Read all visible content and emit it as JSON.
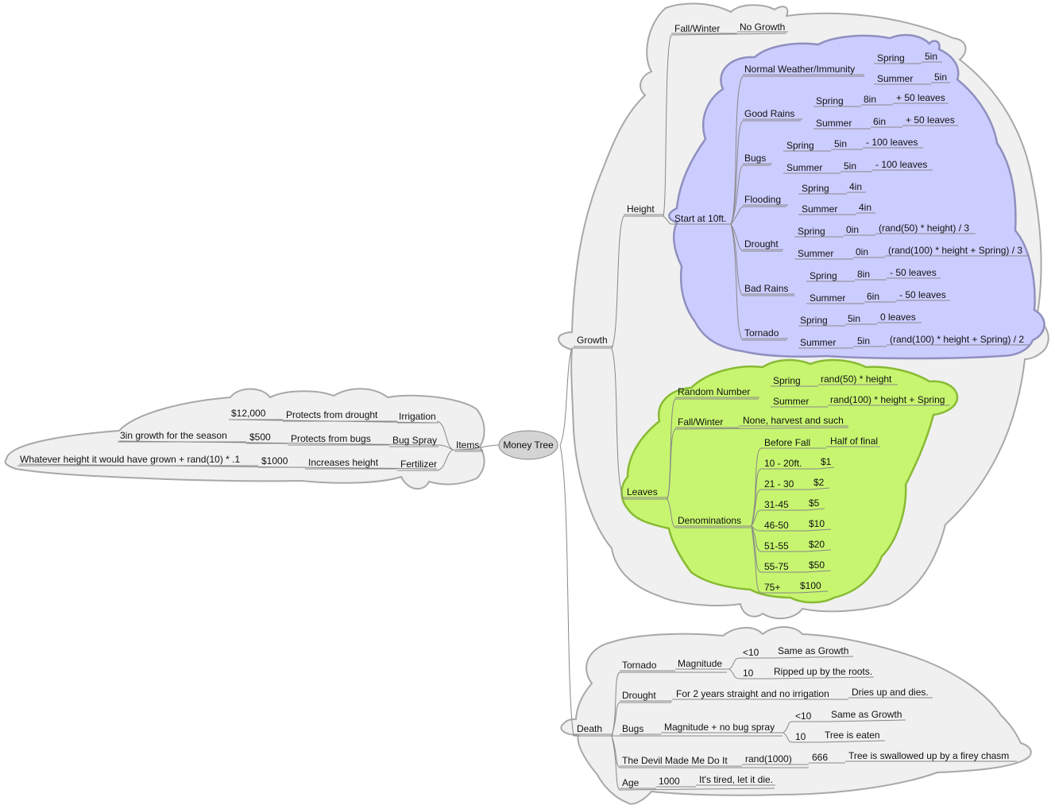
{
  "root": "Money Tree",
  "colors": {
    "background": "#ffffff",
    "outer_cloud": "#f0f0f0",
    "outer_stroke": "#a8a8a8",
    "height_cloud": "#cccdff",
    "height_stroke": "#8f8fbf",
    "leaves_cloud": "#c7f570",
    "leaves_stroke": "#88bb33",
    "root_fill": "#d4d4d4",
    "line": "#888888"
  },
  "items": {
    "label": "Items",
    "irrigation": {
      "label": "Irrigation",
      "desc": "Protects from drought",
      "price": "$12,000"
    },
    "bug_spray": {
      "label": "Bug Spray",
      "desc": "Protects from bugs",
      "price": "$500",
      "effect": "3in growth for the season"
    },
    "fertilizer": {
      "label": "Fertilizer",
      "desc": "Increases height",
      "price": "$1000",
      "effect": "Whatever height it would have grown + rand(10) * .1"
    }
  },
  "growth": {
    "label": "Growth",
    "height": {
      "label": "Height",
      "fall_winter": {
        "label": "Fall/Winter",
        "value": "No Growth"
      },
      "start": "Start at 10ft.",
      "normal": {
        "label": "Normal Weather/Immunity",
        "spring": "Spring",
        "spring_val": "5in",
        "summer": "Summer",
        "summer_val": "5in"
      },
      "good_rains": {
        "label": "Good Rains",
        "spring": "Spring",
        "spring_val": "8in",
        "spring_extra": "+ 50 leaves",
        "summer": "Summer",
        "summer_val": "6in",
        "summer_extra": "+ 50 leaves"
      },
      "bugs": {
        "label": "Bugs",
        "spring": "Spring",
        "spring_val": "5in",
        "spring_extra": "- 100 leaves",
        "summer": "Summer",
        "summer_val": "5in",
        "summer_extra": "- 100 leaves"
      },
      "flooding": {
        "label": "Flooding",
        "spring": "Spring",
        "spring_val": "4in",
        "summer": "Summer",
        "summer_val": "4in"
      },
      "drought": {
        "label": "Drought",
        "spring": "Spring",
        "spring_val": "0in",
        "spring_extra": "(rand(50) * height) / 3",
        "summer": "Summer",
        "summer_val": "0in",
        "summer_extra": "(rand(100) * height + Spring) / 3"
      },
      "bad_rains": {
        "label": "Bad Rains",
        "spring": "Spring",
        "spring_val": "8in",
        "spring_extra": "- 50 leaves",
        "summer": "Summer",
        "summer_val": "6in",
        "summer_extra": "- 50 leaves"
      },
      "tornado": {
        "label": "Tornado",
        "spring": "Spring",
        "spring_val": "5in",
        "spring_extra": "0 leaves",
        "summer": "Summer",
        "summer_val": "5in",
        "summer_extra": "(rand(100) * height + Spring) / 2"
      }
    },
    "leaves": {
      "label": "Leaves",
      "random": {
        "label": "Random Number",
        "spring": "Spring",
        "spring_val": "rand(50) * height",
        "summer": "Summer",
        "summer_val": "rand(100) * height + Spring"
      },
      "fall_winter": {
        "label": "Fall/Winter",
        "value": "None, harvest and such"
      },
      "denominations": {
        "label": "Denominations",
        "before_fall": {
          "label": "Before Fall",
          "value": "Half of final"
        },
        "rows": [
          {
            "range": "10 - 20ft.",
            "value": "$1"
          },
          {
            "range": "21 - 30",
            "value": "$2"
          },
          {
            "range": "31-45",
            "value": "$5"
          },
          {
            "range": "46-50",
            "value": "$10"
          },
          {
            "range": "51-55",
            "value": "$20"
          },
          {
            "range": "55-75",
            "value": "$50"
          },
          {
            "range": "75+",
            "value": "$100"
          }
        ]
      }
    }
  },
  "death": {
    "label": "Death",
    "tornado": {
      "label": "Tornado",
      "magnitude": "Magnitude",
      "lt10": "<10",
      "lt10_val": "Same as Growth",
      "ten": "10",
      "ten_val": "Ripped up by the roots."
    },
    "drought": {
      "label": "Drought",
      "cond": "For 2 years straight and no irrigation",
      "result": "Dries up and dies."
    },
    "bugs": {
      "label": "Bugs",
      "cond": "Magnitude + no bug spray",
      "lt10": "<10",
      "lt10_val": "Same as Growth",
      "ten": "10",
      "ten_val": "Tree is eaten"
    },
    "devil": {
      "label": "The Devil Made Me Do It",
      "rand": "rand(1000)",
      "num": "666",
      "result": "Tree is swallowed up by a firey chasm"
    },
    "age": {
      "label": "Age",
      "num": "1000",
      "result": "It's tired, let it die."
    }
  }
}
